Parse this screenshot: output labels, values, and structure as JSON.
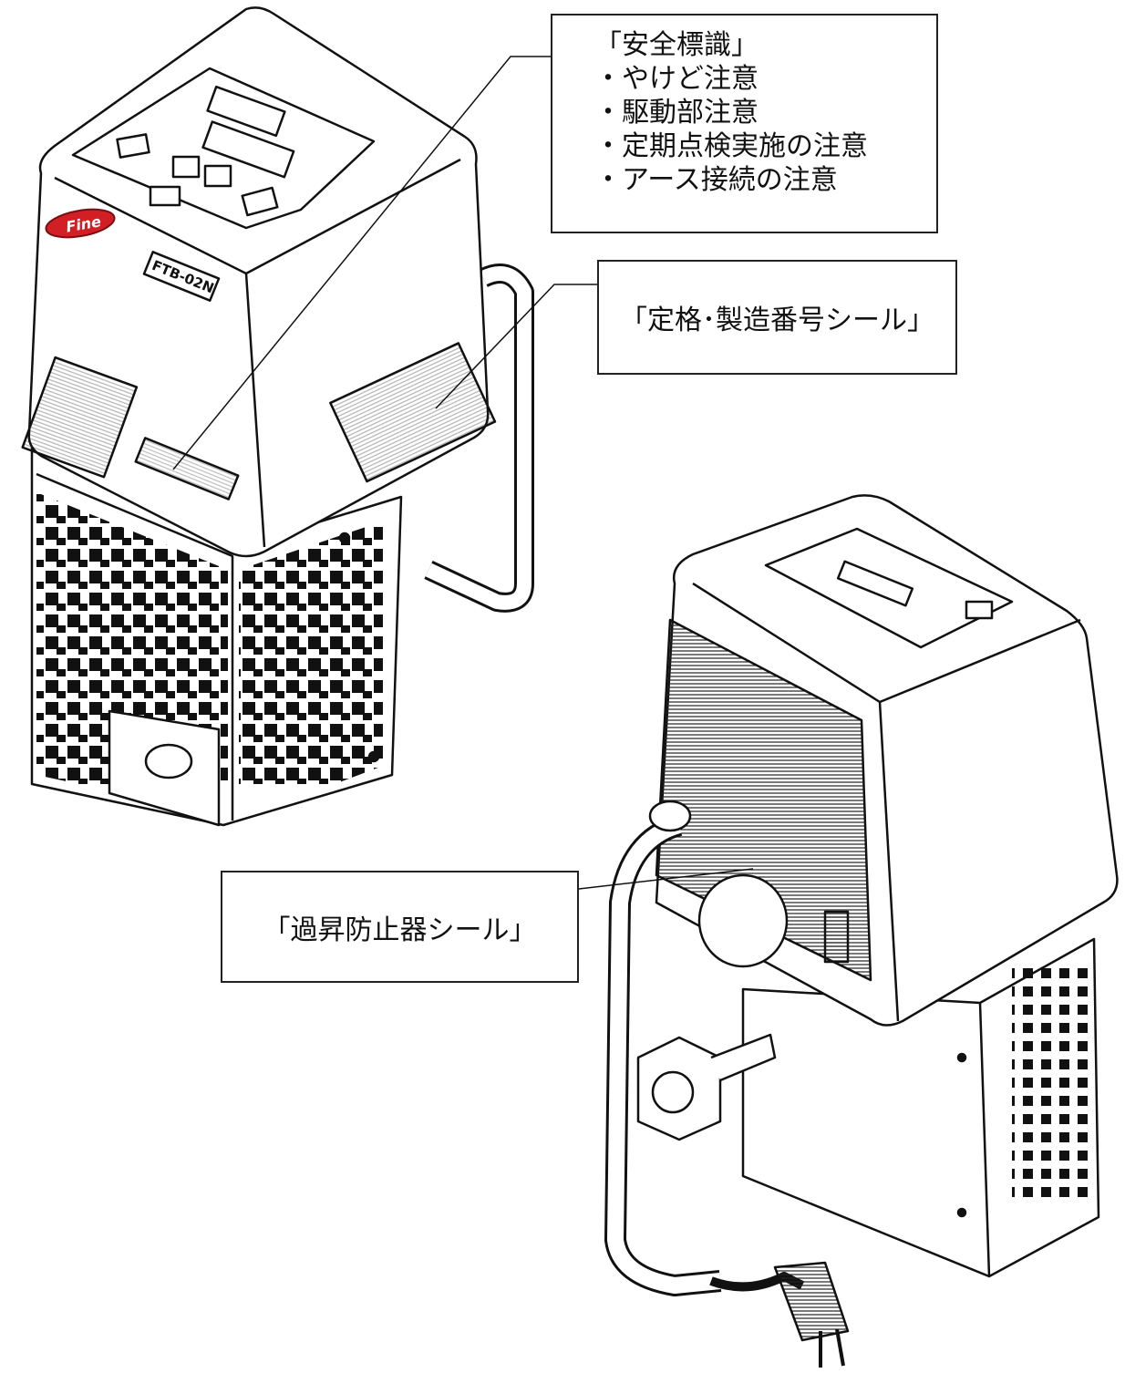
{
  "callouts": {
    "safety": {
      "title": "「安全標識」",
      "items": [
        "・やけど注意",
        "・駆動部注意",
        "・定期点検実施の注意",
        "・アース接続の注意"
      ]
    },
    "rating": {
      "label": "「定格･製造番号シール」"
    },
    "overheat": {
      "label": "「過昇防止器シール」"
    }
  },
  "device": {
    "model": "FTB-02N",
    "brand": "Fine",
    "brand_color": "#d21f26"
  }
}
